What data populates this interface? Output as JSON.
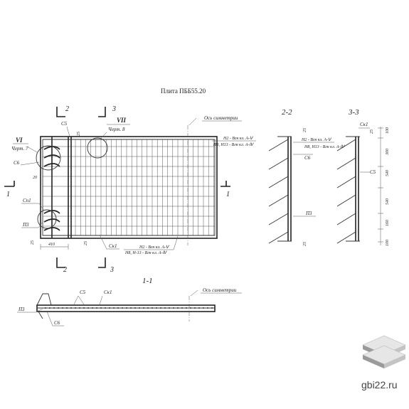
{
  "title": "Плита ПББ55.20",
  "axis_label": "Ось симметрии",
  "section_labels": {
    "s2": "2",
    "s3": "3",
    "s1": "1",
    "sec22": "2-2",
    "sec33": "3-3",
    "sec11": "1-1"
  },
  "node_labels": {
    "vi": "VI",
    "vi_sheet": "Черт. 7",
    "vii": "VII",
    "vii_sheet": "Черт. 8"
  },
  "parts": {
    "c5": "С5",
    "c6": "С6",
    "cp1": "Сп1",
    "p3": "П3",
    "ck1": "Ск1"
  },
  "notes": {
    "n1": "Н2 - Вгн кл. А-Ⅴ",
    "n2": "Н8, Н13 - Вгн кл. А-Ⅳ",
    "n3": "Н2 - Вгн кл. А-Ⅴ",
    "n4": "Н8, Н-13 - Вгн кл. А-Ⅳ",
    "n5": "Н2 - Вгн кл. А-Ⅴ",
    "n6": "Н8, Н13 - Вгн кл. А-Ⅳ"
  },
  "dims": {
    "d25a": "25",
    "d20": "20",
    "d25b": "25",
    "d410": "410",
    "d25c": "25",
    "d25s": "25",
    "d25t": "25",
    "d100a": "100",
    "d300": "300",
    "d540a": "540",
    "d540b": "540",
    "d160": "160",
    "d100b": "100",
    "d25r": "25"
  },
  "watermark": "gbi22.ru"
}
